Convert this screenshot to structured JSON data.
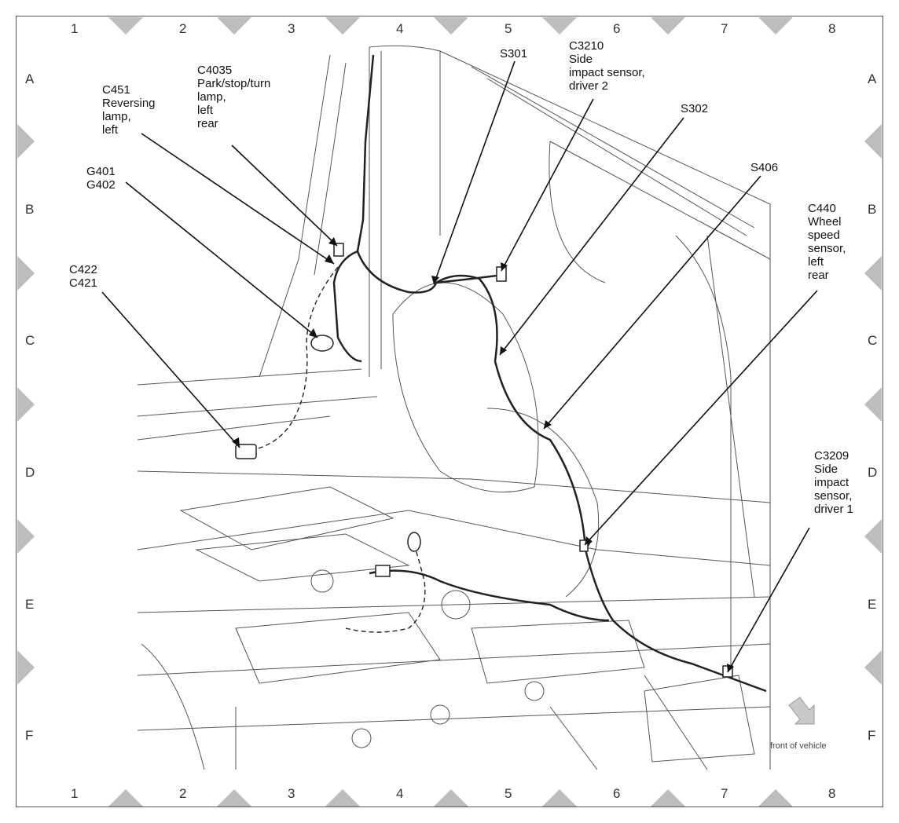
{
  "grid": {
    "columns": [
      "1",
      "2",
      "3",
      "4",
      "5",
      "6",
      "7",
      "8"
    ],
    "rows": [
      "A",
      "B",
      "C",
      "D",
      "E",
      "F"
    ]
  },
  "callouts": [
    {
      "id": "c451",
      "text": "C451\nReversing\nlamp,\nleft"
    },
    {
      "id": "c4035",
      "text": "C4035\nPark/stop/turn\nlamp,\nleft\nrear"
    },
    {
      "id": "g401",
      "text": "G401\nG402"
    },
    {
      "id": "c422",
      "text": "C422\nC421"
    },
    {
      "id": "s301",
      "text": "S301"
    },
    {
      "id": "c3210",
      "text": "C3210\nSide\nimpact sensor,\ndriver 2"
    },
    {
      "id": "s302",
      "text": "S302"
    },
    {
      "id": "s406",
      "text": "S406"
    },
    {
      "id": "c440",
      "text": "C440\nWheel\nspeed\nsensor,\nleft\nrear"
    },
    {
      "id": "c3209",
      "text": "C3209\nSide\nimpact\nsensor,\ndriver 1"
    }
  ],
  "front_label": "front of vehicle",
  "colors": {
    "frame": "#555555",
    "marker": "#bdbdbd",
    "line": "#333333"
  }
}
